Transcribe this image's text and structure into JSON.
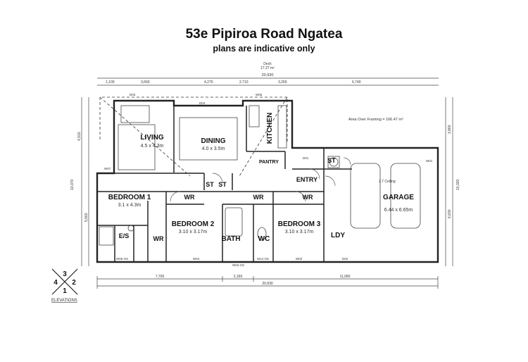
{
  "header": {
    "title": "53e Pipiroa Road Ngatea",
    "subtitle": "plans are indicative only"
  },
  "plan": {
    "area_note": "Area Over Framing  =  166.47 m²",
    "deck_label": "Deck",
    "deck_area": "17.27 m²",
    "overall_width": "20,930",
    "top_dims": [
      "1,100",
      "3,660",
      "4,270",
      "2,710",
      "3,260",
      "6,740"
    ],
    "bottom_dims": [
      "7,700",
      "2,160",
      "11,060"
    ],
    "bottom_overall": "20,930",
    "left_dims": [
      "4,510",
      "10,070",
      "5,560"
    ],
    "right_dims": [
      "3,860",
      "10,320",
      "6,830"
    ],
    "ceiling_note": "2.7 Ceiling",
    "rooms": {
      "living": {
        "name": "LIVING",
        "size": "4.5 x 4.3m"
      },
      "dining": {
        "name": "DINING",
        "size": "4.0 x 3.5m"
      },
      "kitchen": {
        "name": "KITCHEN"
      },
      "pantry": {
        "name": "PANTRY"
      },
      "bedroom1": {
        "name": "BEDROOM 1",
        "size": "3.1 x 4.3m"
      },
      "bedroom2": {
        "name": "BEDROOM 2",
        "size": "3.10 x 3.17m"
      },
      "bedroom3": {
        "name": "BEDROOM 3",
        "size": "3.10 x 3.17m"
      },
      "garage": {
        "name": "GARAGE",
        "size": "6.44 x 6.65m"
      },
      "entry": {
        "name": "ENTRY"
      },
      "bath": {
        "name": "BATH"
      },
      "wc": {
        "name": "WC"
      },
      "ldy": {
        "name": "LDY"
      },
      "es": {
        "name": "E/S"
      },
      "wr1": {
        "name": "WR"
      },
      "wr2": {
        "name": "WR"
      },
      "wr3": {
        "name": "WR"
      },
      "wr4": {
        "name": "WR"
      },
      "st1": {
        "name": "ST"
      },
      "st2": {
        "name": "ST"
      },
      "st3": {
        "name": "ST"
      }
    },
    "window_tags": [
      "D03",
      "D04",
      "W05",
      "W07",
      "D01",
      "W01",
      "W02",
      "D02",
      "W03 OS",
      "W04",
      "W05 OS",
      "W14 OS"
    ]
  },
  "elevations": {
    "label": "ELEVATIONS",
    "numbers": [
      "3",
      "4",
      "2",
      "1"
    ]
  }
}
